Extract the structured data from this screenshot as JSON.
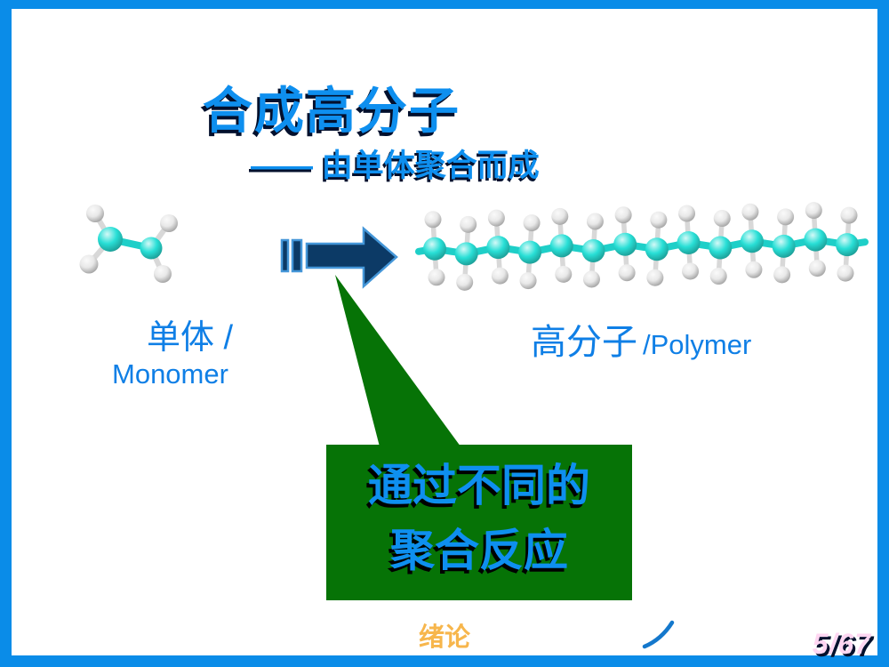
{
  "slide": {
    "title": "合成高分子",
    "subtitle": "—— 由单体聚合而成",
    "monomer_label_zh": "单体 /",
    "monomer_label_en": "Monomer",
    "polymer_label_zh": "高分子",
    "polymer_label_en": "/Polymer",
    "callout_line1": "通过不同的",
    "callout_line2": "聚合反应",
    "footer": "绪论",
    "page_number": "5/67"
  },
  "colors": {
    "border_blue": "#0A8CE8",
    "title_blue": "#0E8FEF",
    "label_blue": "#0F7FE6",
    "arrow_navy": "#0C3A66",
    "arrow_outline": "#4496D8",
    "callout_green": "#067306",
    "footer_orange": "#F7B64C",
    "page_pink": "#FFD6F2",
    "carbon_cyan": "#28DFD6",
    "hydrogen_gray": "#E8E8E8",
    "bond_cyan": "#1ECFC8",
    "bond_gray": "#D8D8D8",
    "shadow_dark": "#03102D",
    "curve_blue": "#1478CC"
  },
  "diagram": {
    "monomer_molecule": "ethylene ball-and-stick model",
    "polymer_molecule": "polyethylene chain ball-and-stick model",
    "polymer_backbone_carbons": 14
  }
}
